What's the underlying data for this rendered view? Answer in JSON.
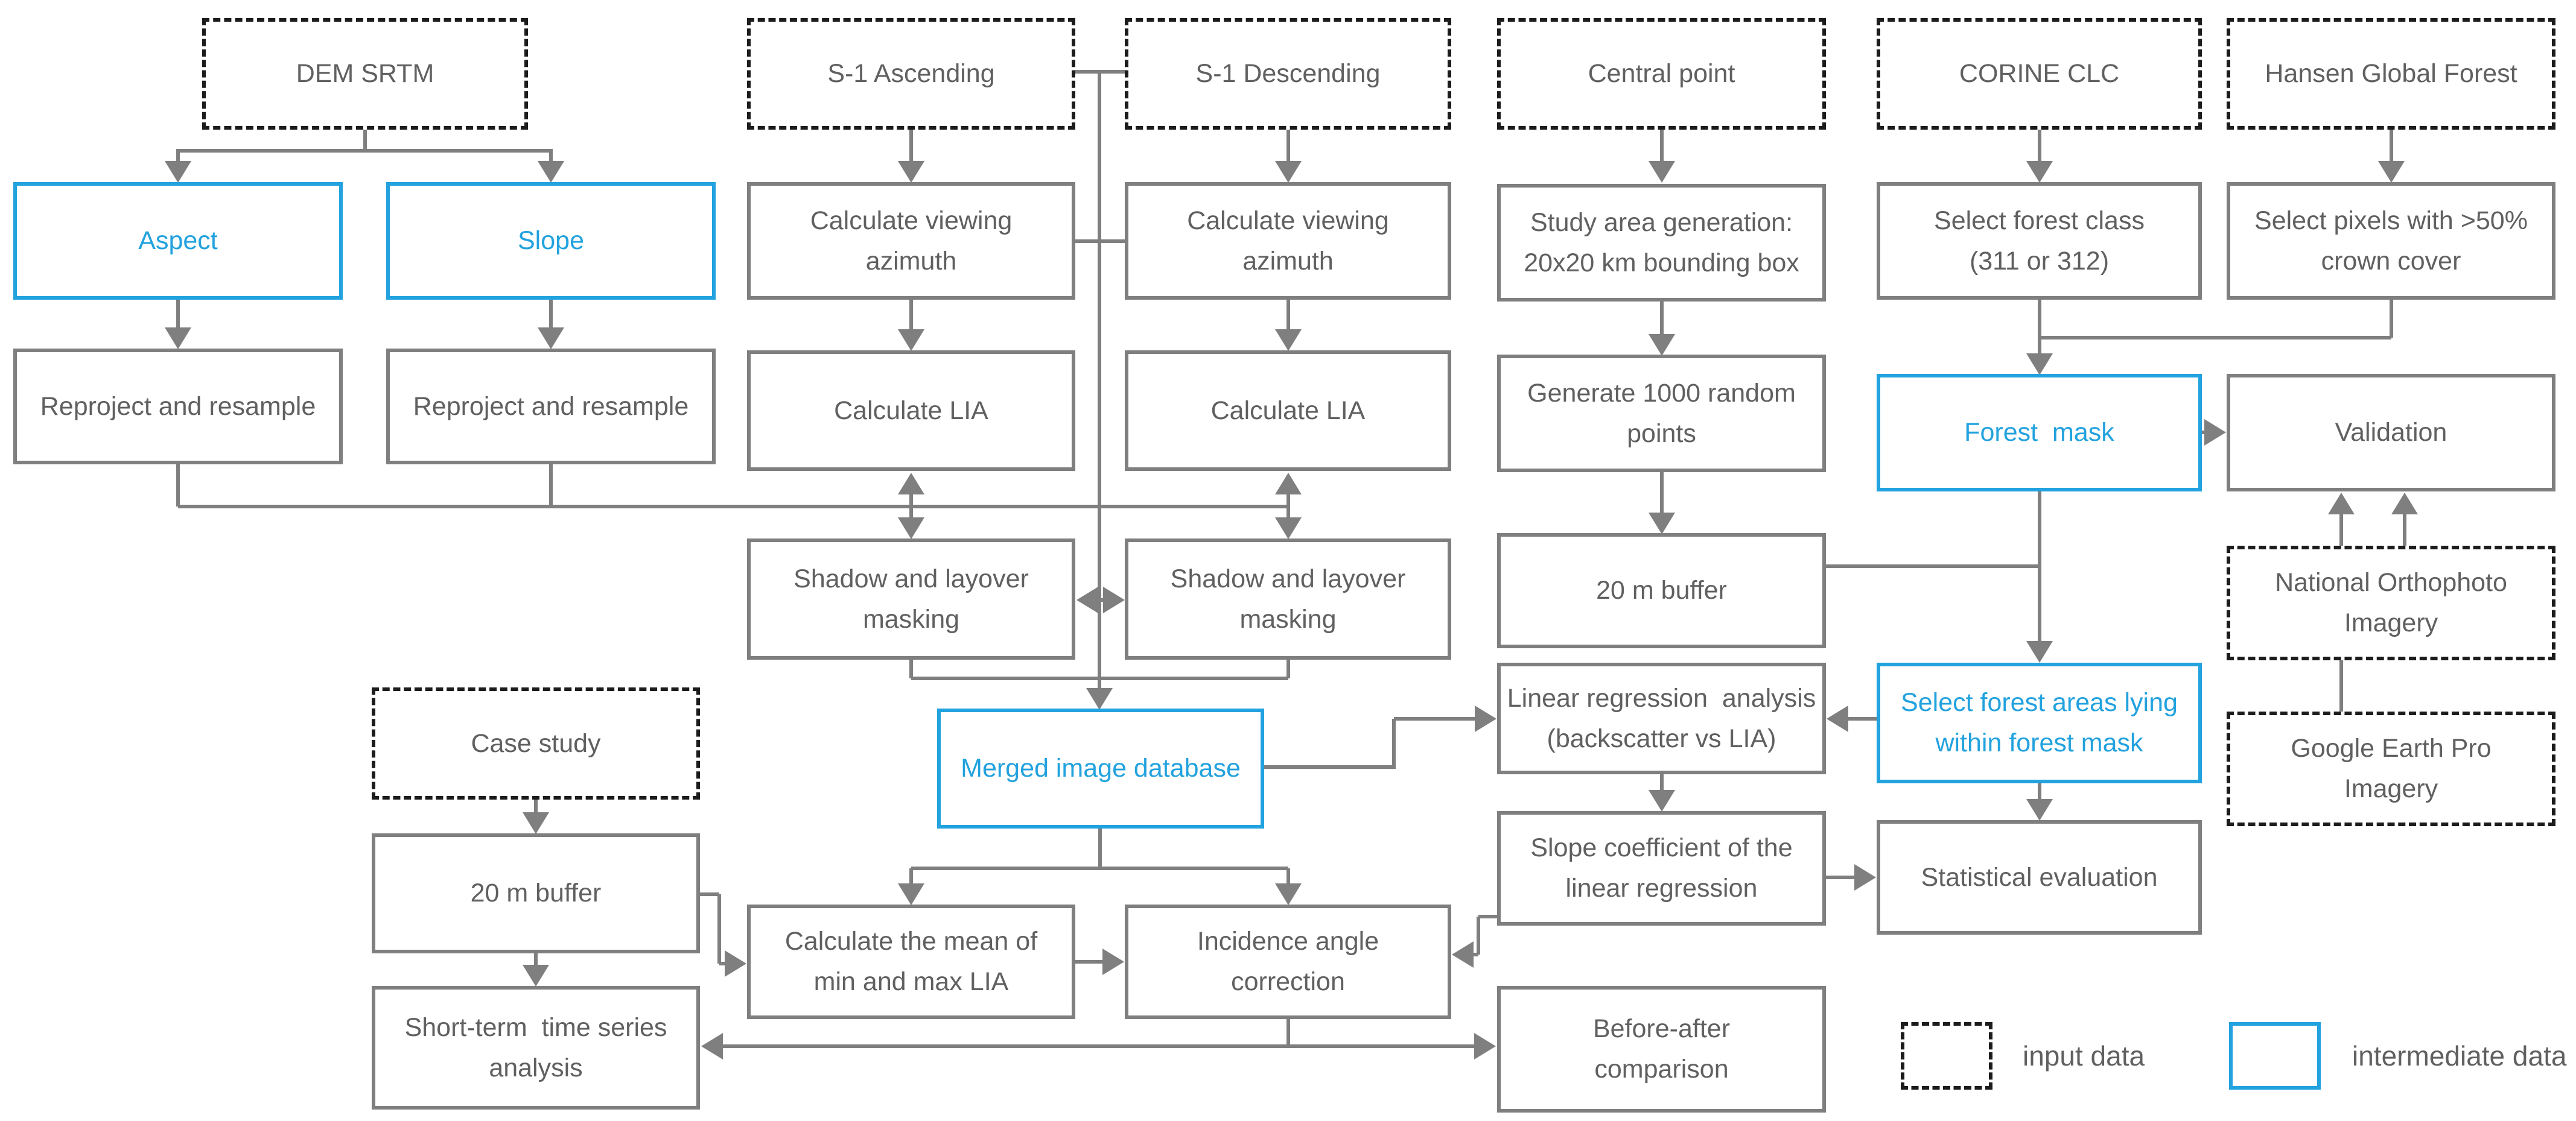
{
  "colors": {
    "accent_blue": "#22a2de",
    "line_gray": "#7f7f7f",
    "text_gray": "#606060",
    "input_border_black": "#1c1c1c",
    "background": "#ffffff"
  },
  "legend": {
    "input_label": "input data",
    "intermediate_label": "intermediate data"
  },
  "nodes": {
    "dem_srtm": {
      "type": "input",
      "lines": [
        "DEM SRTM"
      ]
    },
    "s1_ascending": {
      "type": "input",
      "lines": [
        "S-1 Ascending"
      ]
    },
    "s1_descending": {
      "type": "input",
      "lines": [
        "S-1 Descending"
      ]
    },
    "central_point": {
      "type": "input",
      "lines": [
        "Central point"
      ]
    },
    "corine_clc": {
      "type": "input",
      "lines": [
        "CORINE CLC"
      ]
    },
    "hansen": {
      "type": "input",
      "lines": [
        "Hansen Global Forest"
      ]
    },
    "case_study": {
      "type": "input",
      "lines": [
        "Case study"
      ]
    },
    "national_orthophoto": {
      "type": "input",
      "lines": [
        "National Orthophoto",
        "Imagery"
      ]
    },
    "google_earth_pro": {
      "type": "input",
      "lines": [
        "Google Earth Pro",
        "Imagery"
      ]
    },
    "aspect": {
      "type": "intermediate",
      "lines": [
        "Aspect"
      ]
    },
    "slope": {
      "type": "intermediate",
      "lines": [
        "Slope"
      ]
    },
    "forest_mask": {
      "type": "intermediate",
      "lines": [
        "Forest  mask"
      ]
    },
    "merged_db": {
      "type": "intermediate",
      "lines": [
        "Merged image database"
      ]
    },
    "select_forest_areas": {
      "type": "intermediate",
      "lines": [
        "Select forest areas lying",
        "within forest mask"
      ]
    },
    "calc_view_azimuth_asc": {
      "type": "process",
      "lines": [
        "Calculate viewing",
        "azimuth"
      ]
    },
    "calc_view_azimuth_desc": {
      "type": "process",
      "lines": [
        "Calculate viewing",
        "azimuth"
      ]
    },
    "study_area": {
      "type": "process",
      "lines": [
        "Study area generation:",
        "20x20 km bounding box"
      ]
    },
    "select_forest_class": {
      "type": "process",
      "lines": [
        "Select forest class",
        "(311 or 312)"
      ]
    },
    "select_pixels": {
      "type": "process",
      "lines": [
        "Select pixels with >50%",
        "crown cover"
      ]
    },
    "reproject_1": {
      "type": "process",
      "lines": [
        "Reproject and resample"
      ]
    },
    "reproject_2": {
      "type": "process",
      "lines": [
        "Reproject and resample"
      ]
    },
    "calc_lia_asc": {
      "type": "process",
      "lines": [
        "Calculate LIA"
      ]
    },
    "calc_lia_desc": {
      "type": "process",
      "lines": [
        "Calculate LIA"
      ]
    },
    "generate_points": {
      "type": "process",
      "lines": [
        "Generate 1000 random",
        "points"
      ]
    },
    "validation": {
      "type": "process",
      "lines": [
        "Validation"
      ]
    },
    "shadow_asc": {
      "type": "process",
      "lines": [
        "Shadow and layover",
        "masking"
      ]
    },
    "shadow_desc": {
      "type": "process",
      "lines": [
        "Shadow and layover",
        "masking"
      ]
    },
    "buffer_20m_points": {
      "type": "process",
      "lines": [
        "20 m buffer"
      ]
    },
    "linear_regression": {
      "type": "process",
      "lines": [
        "Linear regression  analysis",
        "(backscatter vs LIA)"
      ]
    },
    "slope_coefficient": {
      "type": "process",
      "lines": [
        "Slope coefficient of the",
        "linear regression"
      ]
    },
    "statistical_evaluation": {
      "type": "process",
      "lines": [
        "Statistical evaluation"
      ]
    },
    "buffer_20m_case": {
      "type": "process",
      "lines": [
        "20 m buffer"
      ]
    },
    "calc_mean_lia": {
      "type": "process",
      "lines": [
        "Calculate the mean of",
        "min and max LIA"
      ]
    },
    "incidence_correction": {
      "type": "process",
      "lines": [
        "Incidence angle",
        "correction"
      ]
    },
    "short_term_ts": {
      "type": "process",
      "lines": [
        "Short-term  time series",
        "analysis"
      ]
    },
    "before_after": {
      "type": "process",
      "lines": [
        "Before-after",
        "comparison"
      ]
    }
  }
}
